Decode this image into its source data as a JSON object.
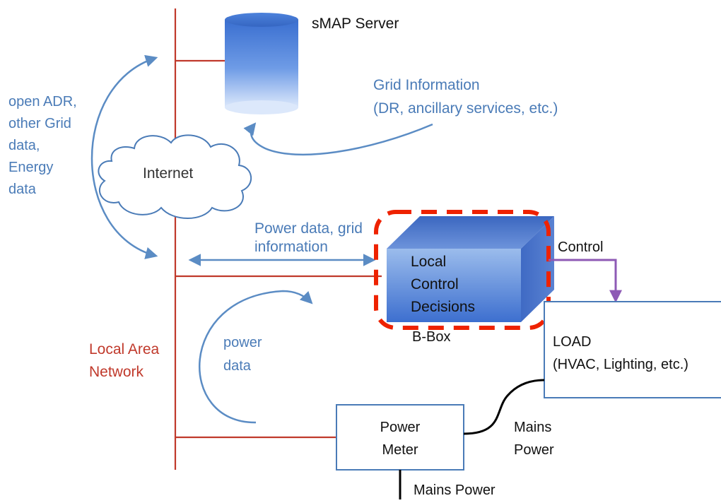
{
  "labels": {
    "smap_server": "sMAP Server",
    "grid_info_line1": "Grid Information",
    "grid_info_line2": "(DR, ancillary services, etc.)",
    "open_adr_line1": "open ADR,",
    "open_adr_line2": "other Grid",
    "open_adr_line3": "data,",
    "open_adr_line4": "Energy",
    "open_adr_line5": "data",
    "internet": "Internet",
    "power_data_grid_line1": "Power data, grid",
    "power_data_grid_line2": "information",
    "local_control_line1": "Local",
    "local_control_line2": "Control",
    "local_control_line3": "Decisions",
    "bbox": "B-Box",
    "control": "Control",
    "load_line1": "LOAD",
    "load_line2": "(HVAC, Lighting, etc.)",
    "lan_line1": "Local Area",
    "lan_line2": "Network",
    "power_data_line1": "power",
    "power_data_line2": "data",
    "power_meter_line1": "Power",
    "power_meter_line2": "Meter",
    "mains_power_right_line1": "Mains",
    "mains_power_right_line2": "Power",
    "mains_power_bottom": "Mains Power"
  },
  "colors": {
    "lan_line": "#c0392b",
    "blue_text": "#4a7bb7",
    "arrow_blue": "#5b8cc4",
    "box_border": "#4a7bb7",
    "bbox_dash": "#ee2200",
    "control_arrow": "#8e5ab5",
    "cable": "#000000"
  }
}
